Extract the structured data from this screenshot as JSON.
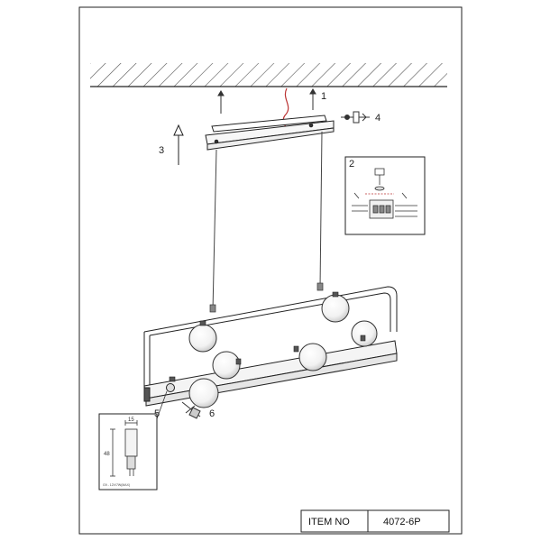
{
  "steps": {
    "step1": "1",
    "step2": "2",
    "step3": "3",
    "step4": "4",
    "step5": "5",
    "step6": "6"
  },
  "dimensions": {
    "width": "15",
    "height": "48",
    "bulb_code": "G9 - 12V/7W(MAX)"
  },
  "title_block": {
    "item_label": "ITEM NO",
    "item_value": "4072-6P"
  }
}
